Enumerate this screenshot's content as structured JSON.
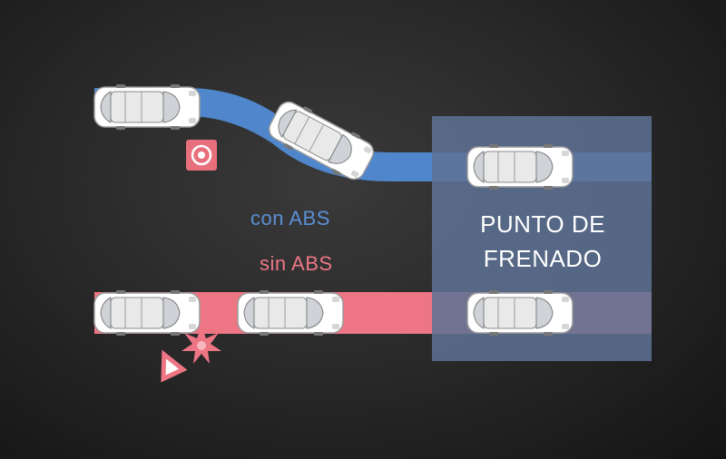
{
  "labels": {
    "with_abs": "con ABS",
    "without_abs": "sin ABS",
    "braking_point_line1": "PUNTO DE",
    "braking_point_line2": "FRENADO"
  },
  "colors": {
    "abs_blue": "#4f86cc",
    "noabs_red": "#ee7684",
    "braking_box": "#5d7294",
    "car_body": "#ffffff",
    "icon_red": "#e8707c"
  },
  "icons": {
    "obstacle": "obstacle-icon",
    "warning_cone": "warning-cone-icon",
    "impact": "impact-burst-icon"
  }
}
